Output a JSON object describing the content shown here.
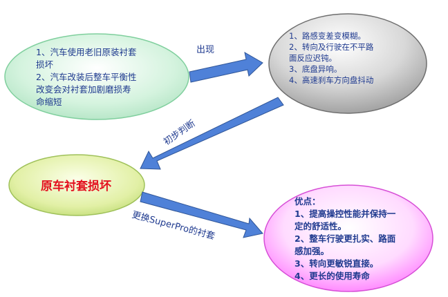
{
  "causes": {
    "lines": [
      "1、汽车使用老旧原装衬套",
      "损坏",
      "2、汽车改装后整车平衡性",
      "改变会对衬套加剧磨损寿",
      "命缩短"
    ]
  },
  "symptoms": {
    "lines": [
      "1、路感变差变模糊。",
      "2、转向及行驶在不平路",
      "面反应迟钝。",
      "3、底盘异响。",
      "4、高速刹车方向盘抖动"
    ]
  },
  "core_issue": "原车衬套损坏",
  "benefits": {
    "lines": [
      "优点：",
      "1、提高操控性能并保持一",
      "定的舒适性。",
      "2、整车行驶更扎实、路面",
      "感加强。",
      "3、转向更敏锐直接。",
      "4、更长的使用寿命"
    ]
  },
  "arrow_labels": {
    "appear": "出现",
    "initial_judgment": "初步判断",
    "replace": "更换SuperPro的衬套"
  },
  "colors": {
    "arrow_fill": "#4f81d8",
    "arrow_stroke": "#2f5597",
    "cause_ellipse": "#d2f2dc",
    "symptom_ellipse": "#d0d0d0",
    "core_ellipse": "#d9ec9a",
    "benefit_ellipse": "#ff8cff"
  }
}
